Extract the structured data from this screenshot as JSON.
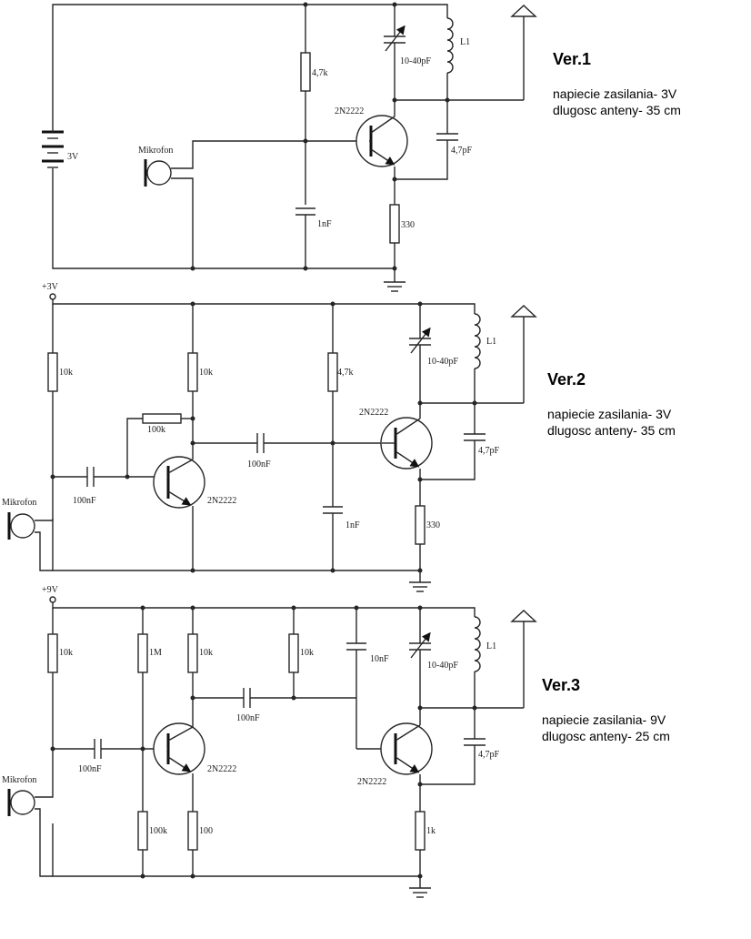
{
  "ver1": {
    "title": "Ver.1",
    "supply": "napiecie zasilania- 3V",
    "antenna": "dlugosc anteny- 35 cm",
    "labels": {
      "battery": "3V",
      "mic": "Mikrofon",
      "r_base": "4,7k",
      "c_base": "1nF",
      "r_emitter": "330",
      "transistor": "2N2222",
      "trimmer": "10-40pF",
      "coil": "L1",
      "c_feedback": "4,7pF"
    }
  },
  "ver2": {
    "title": "Ver.2",
    "supply": "napiecie zasilania- 3V",
    "antenna": "dlugosc anteny- 35 cm",
    "labels": {
      "vcc": "+3V",
      "mic": "Mikrofon",
      "r1": "10k",
      "r2": "10k",
      "r_fb": "100k",
      "c_in": "100nF",
      "t1": "2N2222",
      "c_couple": "100nF",
      "r_base": "4,7k",
      "c_base": "1nF",
      "t2": "2N2222",
      "r_emitter": "330",
      "trimmer": "10-40pF",
      "coil": "L1",
      "c_feedback": "4,7pF"
    }
  },
  "ver3": {
    "title": "Ver.3",
    "supply": "napiecie zasilania- 9V",
    "antenna": "dlugosc anteny- 25 cm",
    "labels": {
      "vcc": "+9V",
      "mic": "Mikrofon",
      "r1": "10k",
      "r_1m": "1M",
      "r_c1": "10k",
      "c_in": "100nF",
      "r_100k": "100k",
      "r_100": "100",
      "t1": "2N2222",
      "c_couple": "100nF",
      "r_b2": "10k",
      "c_10n": "10nF",
      "t2": "2N2222",
      "r_e2": "1k",
      "trimmer": "10-40pF",
      "coil": "L1",
      "c_feedback": "4,7pF"
    }
  }
}
